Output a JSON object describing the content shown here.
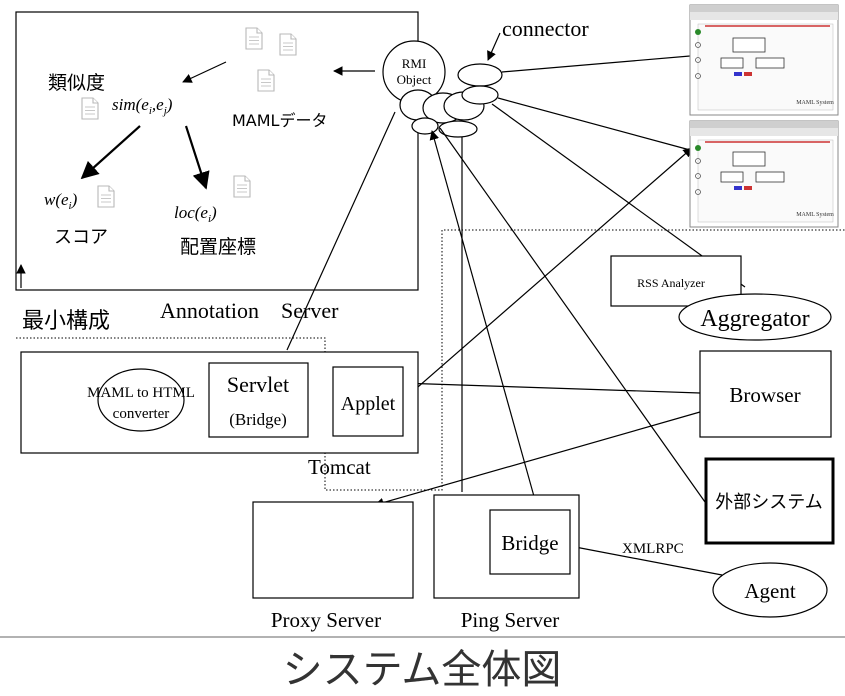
{
  "annotation_server": {
    "label": "Annotation　Server",
    "similarity_label": "類似度",
    "similarity_formula": "sim(e",
    "similarity_sub_i": "i",
    "similarity_sub_j": "j",
    "maml_data_label": "MAMLデータ",
    "weight_formula": "w(e",
    "location_formula": "loc(e",
    "score_label": "スコア",
    "placement_label": "配置座標"
  },
  "rmi": {
    "line1": "RMI",
    "line2": "Object"
  },
  "connector_label": "connector",
  "minimal_config_label": "最小構成",
  "tomcat": {
    "label": "Tomcat",
    "converter_line1": "MAML to HTML",
    "converter_line2": "converter",
    "servlet_line1": "Servlet",
    "servlet_line2": "(Bridge)",
    "applet_label": "Applet"
  },
  "proxy_server_label": "Proxy Server",
  "ping_server": {
    "label": "Ping Server",
    "bridge_label": "Bridge"
  },
  "xmlrpc_label": "XMLRPC",
  "agent_label": "Agent",
  "browser_label": "Browser",
  "external_system_label": "外部システム",
  "rss_analyzer_label": "RSS Analyzer",
  "aggregator_label": "Aggregator",
  "screenshot_footer": "MAML System",
  "footer_title": "システム全体図"
}
